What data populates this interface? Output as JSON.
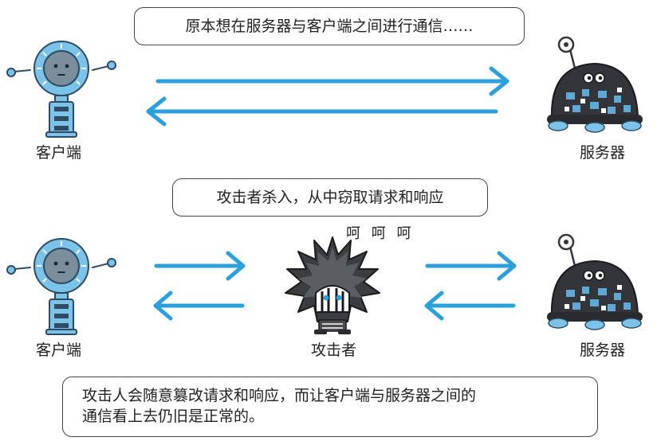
{
  "bubbles": {
    "top": "原本想在服务器与客户端之间进行通信……",
    "middle": "攻击者杀入，从中窃取请求和响应",
    "bottom_line1": "攻击人会随意篡改请求和响应，而让客户端与服务器之间的",
    "bottom_line2": "通信看上去仍旧是正常的。"
  },
  "labels": {
    "client": "客户端",
    "server": "服务器",
    "attacker": "攻击者",
    "laugh": "呵 呵 呵"
  },
  "colors": {
    "arrow": "#2ba0dc",
    "robot_body": "#7cc3ea",
    "robot_dark": "#2f4c62",
    "server_body": "#33353a",
    "server_accent": "#5fa9d6",
    "attacker_body": "#3b3d41"
  },
  "icons": [
    "client-robot-icon",
    "server-robot-icon",
    "attacker-icon"
  ]
}
